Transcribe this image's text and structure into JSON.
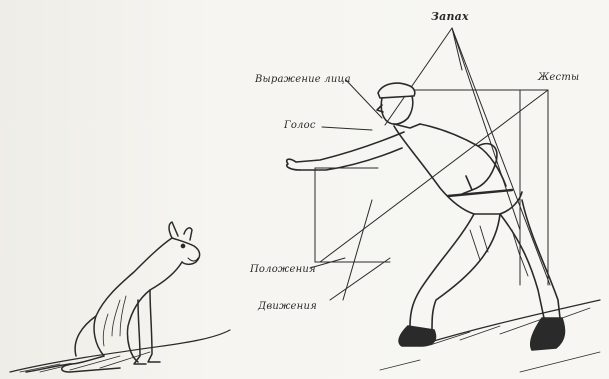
{
  "labels": {
    "smell": "Запах",
    "facial_expression": "Выражение лица",
    "head": "Голос",
    "gesture": "Жесты",
    "positions": "Положения",
    "movements": "Движения"
  },
  "colors": {
    "ink": "#2a2a2a",
    "paper": "#f6f5f1"
  }
}
